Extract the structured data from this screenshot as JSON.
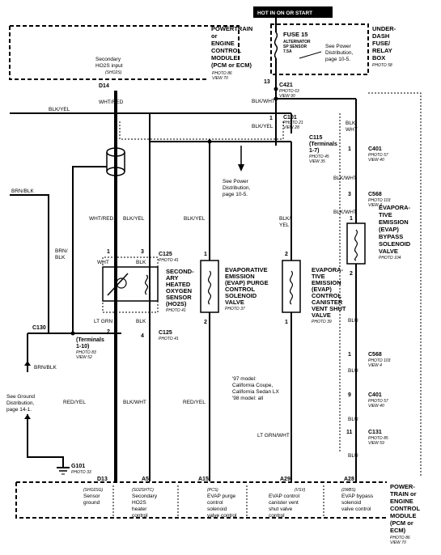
{
  "top": {
    "hot_label": "HOT IN ON OR START",
    "pcm_title": [
      "POWERTRAIN",
      "or",
      "ENGINE",
      "CONTROL",
      "MODULE",
      "(PCM or ECM)"
    ],
    "pcm_photo": [
      "PHOTO 86",
      "VIEW 70"
    ],
    "underdash_title": [
      "UNDER-",
      "DASH",
      "FUSE/",
      "RELAY",
      "BOX"
    ],
    "underdash_photo": "PHOTO 58",
    "fuse_title": "FUSE 15",
    "fuse_sub": [
      "ALTERNATOR",
      "SP SENSOR",
      "7.5A"
    ],
    "fuse_note": [
      "See Power",
      "Distribution,",
      "page 10-5."
    ],
    "ho2s_input": [
      "Secondary",
      "HO2S input",
      "(SHO2S)"
    ],
    "pin_d14": "D14",
    "pin_13": "13"
  },
  "connectors": {
    "c421": {
      "name": "C421",
      "photo": [
        "PHOTO 63",
        "VIEW 90"
      ]
    },
    "c101": {
      "name": "C101",
      "photo": [
        "PHOTO 21",
        "VIEW 28"
      ],
      "pin": "1"
    },
    "c115": {
      "name": [
        "C115",
        "(Terminals",
        "1-7)"
      ],
      "photo": [
        "PHOTO 45",
        "VIEW 35"
      ]
    },
    "c401a": {
      "name": "C401",
      "photo": [
        "PHOTO 57",
        "VIEW 40"
      ],
      "pin": "1"
    },
    "c568a": {
      "name": "C568",
      "photo": [
        "PHOTO 103",
        "VIEW 4"
      ],
      "pin": "3"
    },
    "c125a": {
      "name": "C125",
      "photo": [
        "PHOTO 41"
      ],
      "pins": [
        "1",
        "3"
      ]
    },
    "c125b": {
      "name": "C125",
      "photo": [
        "PHOTO 41"
      ],
      "pins": [
        "2",
        "4"
      ]
    },
    "c130": {
      "name": [
        "C130",
        "(Terminals",
        "1-10)"
      ],
      "photo": [
        "PHOTO 83",
        "VIEW 52"
      ]
    },
    "c568b": {
      "name": "C568",
      "photo": [
        "PHOTO 103",
        "VIEW 4"
      ],
      "pin": "1"
    },
    "c401b": {
      "name": "C401",
      "photo": [
        "PHOTO 57",
        "VIEW 40"
      ],
      "pin": "9"
    },
    "c131": {
      "name": "C131",
      "photo": [
        "PHOTO 85",
        "VIEW 59"
      ],
      "pin": "11"
    },
    "g101": {
      "name": "G101",
      "photo": "PHOTO 33"
    }
  },
  "wires": {
    "blk_wht": "BLK/WHT",
    "blk_yel": "BLK/YEL",
    "wht_red": "WHT/RED",
    "brn_blk": "BRN/BLK",
    "brn": "BRN/",
    "blk": "BLK",
    "wht": "WHT",
    "lt_grn": "LT GRN",
    "red_yel": "RED/YEL",
    "blk_yel2": [
      "BLK/",
      "YEL"
    ],
    "blu": "BLU",
    "lt_grn_wht": "LT GRN/WHT",
    "blk_wht_split": [
      "BLK/",
      "WHT"
    ]
  },
  "components": {
    "ho2s": {
      "title": [
        "SECOND-",
        "ARY",
        "HEATED",
        "OXYGEN",
        "SENSOR",
        "(HO2S)"
      ],
      "photo": "PHOTO 41"
    },
    "purge": {
      "title": [
        "EVAPORATIVE",
        "EMISSION",
        "(EVAP) PURGE",
        "CONTROL",
        "SOLENOID",
        "VALVE"
      ],
      "photo": "PHOTO 37",
      "pins": [
        "1",
        "2"
      ]
    },
    "vent": {
      "title": [
        "EVAPORA-",
        "TIVE",
        "EMISSION",
        "(EVAP)",
        "CONTROL",
        "CANISTER",
        "VENT SHUT",
        "VALVE"
      ],
      "photo": "PHOTO 39",
      "pins": [
        "2",
        "1"
      ]
    },
    "bypass": {
      "title": [
        "EVAPORA-",
        "TIVE",
        "EMISSION",
        "(EVAP)",
        "BYPASS",
        "SOLENOID",
        "VALVE"
      ],
      "photo": "PHOTO 104",
      "pins": [
        "1",
        "2"
      ]
    }
  },
  "notes": {
    "power_dist": [
      "See Power",
      "Distribution,",
      "page 10-5."
    ],
    "ground_dist": [
      "See Ground",
      "Distribution,",
      "page 14-1."
    ],
    "model_note": [
      "'97 model:",
      "California Coupe,",
      "California Sedan LX",
      "'98 model: all"
    ]
  },
  "bottom": {
    "pins": [
      "D13",
      "A5",
      "A15",
      "A29",
      "A28"
    ],
    "codes": [
      "(SHO2SG)",
      "(SO2SHTC)",
      "(PCS)",
      "(VSV)",
      "(2WBS)"
    ],
    "labels": [
      [
        "Sensor",
        "ground"
      ],
      [
        "Secondary",
        "HO2S",
        "heater",
        "control"
      ],
      [
        "EVAP purge",
        "control",
        "solenoid",
        "valve control"
      ],
      [
        "EVAP control",
        "canister vent",
        "shut valve",
        "control"
      ],
      [
        "EVAP bypass",
        "solenoid",
        "valve control"
      ]
    ],
    "pcm_title": [
      "POWER-",
      "TRAIN or",
      "ENGINE",
      "CONTROL",
      "MODULE",
      "(PCM or",
      "ECM)"
    ],
    "pcm_photo": [
      "PHOTO 86",
      "VIEW 70"
    ]
  }
}
